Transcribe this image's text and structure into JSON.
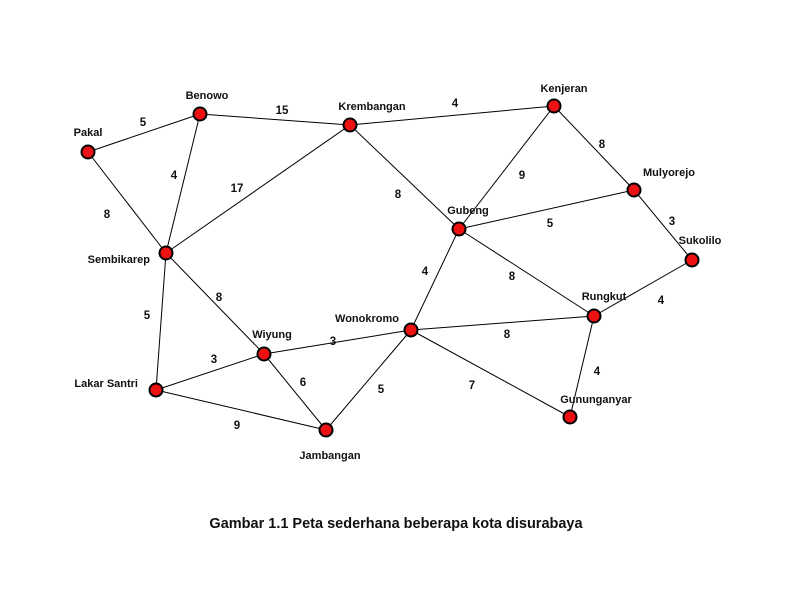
{
  "graph": {
    "node_color": "#ee1111",
    "edge_color": "#000000",
    "nodes": [
      {
        "id": "pakal",
        "label": "Pakal"
      },
      {
        "id": "benowo",
        "label": "Benowo"
      },
      {
        "id": "krembangan",
        "label": "Krembangan"
      },
      {
        "id": "kenjeran",
        "label": "Kenjeran"
      },
      {
        "id": "mulyorejo",
        "label": "Mulyorejo"
      },
      {
        "id": "gubeng",
        "label": "Gubeng"
      },
      {
        "id": "sukolilo",
        "label": "Sukolilo"
      },
      {
        "id": "sembikarep",
        "label": "Sembikarep"
      },
      {
        "id": "rungkut",
        "label": "Rungkut"
      },
      {
        "id": "wonokromo",
        "label": "Wonokromo"
      },
      {
        "id": "wiyung",
        "label": "Wiyung"
      },
      {
        "id": "lakar_santri",
        "label": "Lakar Santri"
      },
      {
        "id": "gununganyar",
        "label": "Gununganyar"
      },
      {
        "id": "jambangan",
        "label": "Jambangan"
      }
    ],
    "edges": [
      {
        "from": "pakal",
        "to": "benowo",
        "weight": "5"
      },
      {
        "from": "pakal",
        "to": "sembikarep",
        "weight": "8"
      },
      {
        "from": "benowo",
        "to": "krembangan",
        "weight": "15"
      },
      {
        "from": "benowo",
        "to": "sembikarep",
        "weight": "4"
      },
      {
        "from": "krembangan",
        "to": "kenjeran",
        "weight": "4"
      },
      {
        "from": "krembangan",
        "to": "sembikarep",
        "weight": "17"
      },
      {
        "from": "krembangan",
        "to": "gubeng",
        "weight": "8"
      },
      {
        "from": "kenjeran",
        "to": "mulyorejo",
        "weight": "8"
      },
      {
        "from": "kenjeran",
        "to": "gubeng",
        "weight": "9"
      },
      {
        "from": "mulyorejo",
        "to": "gubeng",
        "weight": "5"
      },
      {
        "from": "mulyorejo",
        "to": "sukolilo",
        "weight": "3"
      },
      {
        "from": "sukolilo",
        "to": "rungkut",
        "weight": "4"
      },
      {
        "from": "gubeng",
        "to": "rungkut",
        "weight": "8"
      },
      {
        "from": "gubeng",
        "to": "wonokromo",
        "weight": "4"
      },
      {
        "from": "sembikarep",
        "to": "wiyung",
        "weight": "8"
      },
      {
        "from": "sembikarep",
        "to": "lakar_santri",
        "weight": "5"
      },
      {
        "from": "wonokromo",
        "to": "rungkut",
        "weight": "8"
      },
      {
        "from": "wonokromo",
        "to": "wiyung",
        "weight": "3"
      },
      {
        "from": "wonokromo",
        "to": "jambangan",
        "weight": "5"
      },
      {
        "from": "wonokromo",
        "to": "gununganyar",
        "weight": "7"
      },
      {
        "from": "rungkut",
        "to": "gununganyar",
        "weight": "4"
      },
      {
        "from": "wiyung",
        "to": "lakar_santri",
        "weight": "3"
      },
      {
        "from": "wiyung",
        "to": "jambangan",
        "weight": "6"
      },
      {
        "from": "lakar_santri",
        "to": "jambangan",
        "weight": "9"
      }
    ]
  },
  "caption": "Gambar 1.1 Peta sederhana beberapa kota disurabaya"
}
